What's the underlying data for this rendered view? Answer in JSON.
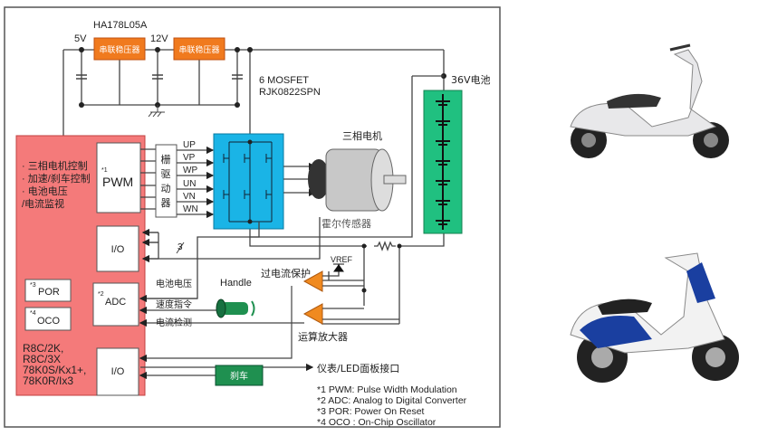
{
  "regulator": {
    "part": "HA178L05A",
    "label": "串联稳压器",
    "v5": "5V",
    "v12": "12V"
  },
  "mosfet": {
    "line1": "6 MOSFET",
    "line2": "RJK0822SPN"
  },
  "battery": {
    "label": "36V电池"
  },
  "motor": {
    "label": "三相电机",
    "hall": "霍尔传感器"
  },
  "mcu": {
    "features": [
      "· 三相电机控制",
      "· 加速/刹车控制",
      "· 电池电压",
      "  /电流监视"
    ],
    "pwm": "PWM",
    "pwm_note": "*1",
    "io": "I/O",
    "adc": "ADC",
    "adc_note": "*2",
    "por": "POR",
    "por_note": "*3",
    "oco": "OCO",
    "oco_note": "*4",
    "chips": [
      "R8C/2K,",
      "R8C/3X",
      "78K0S/Kx1+,",
      "78K0R/Ix3"
    ]
  },
  "gate_driver": [
    "栅",
    "驱",
    "动",
    "器"
  ],
  "signals": [
    "UP",
    "VP",
    "WP",
    "UN",
    "VN",
    "WN"
  ],
  "bus_width": "3",
  "labels": {
    "battery_voltage": "电池电压",
    "speed_cmd": "速度指令",
    "current_detect": "电流检测",
    "handle": "Handle",
    "overcurrent": "过电流保护",
    "vref": "VREF",
    "opamp": "运算放大器",
    "panel": "仪表/LED面板接口",
    "brake": "刹车"
  },
  "footnotes": [
    "*1 PWM: Pulse Width Modulation",
    "*2 ADC: Analog to Digital Converter",
    "*3 POR: Power On Reset",
    "*4 OCO : On-Chip Oscillator"
  ],
  "colors": {
    "mcu": "#f47a7a",
    "regulator": "#f07a1e",
    "mosfet": "#1ab4e6",
    "battery": "#20c080",
    "opamp": "#f08a20",
    "brake": "#1f9050"
  }
}
